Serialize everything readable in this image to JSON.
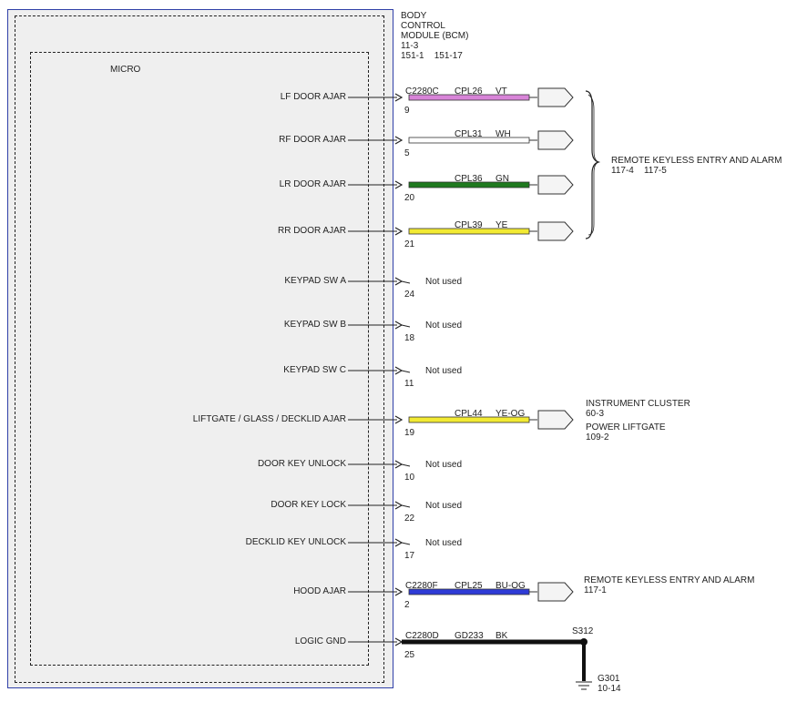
{
  "module": {
    "lines": [
      "BODY",
      "CONTROL",
      "MODULE (BCM)",
      "11-3",
      "151-1    151-17"
    ]
  },
  "micro_label": "MICRO",
  "pins": [
    {
      "label": "LF DOOR AJAR",
      "pin": "9",
      "connector": "C2280C",
      "circuit": "CPL26",
      "color_code": "VT",
      "wire": "#d884d8",
      "used": true
    },
    {
      "label": "RF DOOR AJAR",
      "pin": "5",
      "connector": "",
      "circuit": "CPL31",
      "color_code": "WH",
      "wire": "#ffffff",
      "used": true
    },
    {
      "label": "LR DOOR AJAR",
      "pin": "20",
      "connector": "",
      "circuit": "CPL36",
      "color_code": "GN",
      "wire": "#1f7a1f",
      "used": true
    },
    {
      "label": "RR DOOR AJAR",
      "pin": "21",
      "connector": "",
      "circuit": "CPL39",
      "color_code": "YE",
      "wire": "#f2ea33",
      "used": true
    },
    {
      "label": "KEYPAD SW A",
      "pin": "24",
      "notused": "Not used",
      "used": false
    },
    {
      "label": "KEYPAD SW B",
      "pin": "18",
      "notused": "Not used",
      "used": false
    },
    {
      "label": "KEYPAD SW C",
      "pin": "11",
      "notused": "Not used",
      "used": false
    },
    {
      "label": "LIFTGATE / GLASS / DECKLID AJAR",
      "pin": "19",
      "connector": "",
      "circuit": "CPL44",
      "color_code": "YE-OG",
      "wire": "#f2ea33",
      "used": true
    },
    {
      "label": "DOOR KEY UNLOCK",
      "pin": "10",
      "notused": "Not used",
      "used": false
    },
    {
      "label": "DOOR KEY LOCK",
      "pin": "22",
      "notused": "Not used",
      "used": false
    },
    {
      "label": "DECKLID KEY UNLOCK",
      "pin": "17",
      "notused": "Not used",
      "used": false
    },
    {
      "label": "HOOD AJAR",
      "pin": "2",
      "connector": "C2280F",
      "circuit": "CPL25",
      "color_code": "BU-OG",
      "wire": "#2e3bd6",
      "used": true
    },
    {
      "label": "LOGIC GND",
      "pin": "25",
      "connector": "C2280D",
      "circuit": "GD233",
      "color_code": "BK",
      "wire": "#111111",
      "used": true
    }
  ],
  "destinations": {
    "rke_alarm": {
      "title": "REMOTE KEYLESS ENTRY AND ALARM",
      "refs": "117-4    117-5"
    },
    "cluster": {
      "title": "INSTRUMENT CLUSTER",
      "refs": "60-3"
    },
    "liftgate": {
      "title": "POWER LIFTGATE",
      "refs": "109-2"
    },
    "rke_alarm_hood": {
      "title": "REMOTE KEYLESS ENTRY AND ALARM",
      "refs": "117-1"
    }
  },
  "splice": "S312",
  "ground": {
    "name": "G301",
    "ref": "10-14"
  }
}
